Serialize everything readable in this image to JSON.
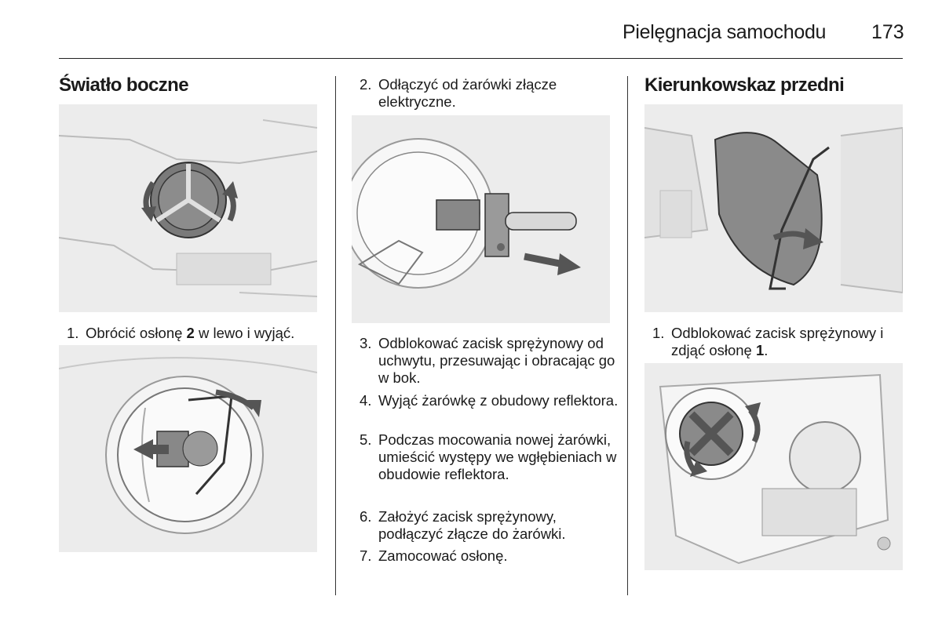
{
  "header": {
    "title": "Pielęgnacja samochodu",
    "page_number": "173"
  },
  "col1": {
    "heading": "Światło boczne",
    "steps": [
      {
        "num": "1.",
        "pre": "Obrócić osłonę ",
        "bold": "2",
        "post": " w lewo i wyjąć."
      }
    ]
  },
  "col2": {
    "intro_step": {
      "num": "2.",
      "text": "Odłączyć od żarówki złącze elektryczne."
    },
    "steps": [
      {
        "num": "3.",
        "text": "Odblokować zacisk sprężynowy od uchwytu, przesuwając i obracając go w bok."
      },
      {
        "num": "4.",
        "text": "Wyjąć żarówkę z obudowy reflektora."
      },
      {
        "num": "5.",
        "text": "Podczas mocowania nowej żarówki, umieścić występy we wgłębieniach w obudowie reflektora."
      },
      {
        "num": "6.",
        "text": "Założyć zacisk sprężynowy, podłączyć złącze do żarówki."
      },
      {
        "num": "7.",
        "text": "Zamocować osłonę."
      }
    ]
  },
  "col3": {
    "heading": "Kierunkowskaz przedni",
    "steps": [
      {
        "num": "1.",
        "pre": "Odblokować zacisk sprężynowy i zdjąć osłonę ",
        "bold": "1",
        "post": "."
      }
    ]
  },
  "colors": {
    "figure_bg": "#ececec",
    "line_art": "#3a3a3a",
    "arrow": "#555555"
  }
}
